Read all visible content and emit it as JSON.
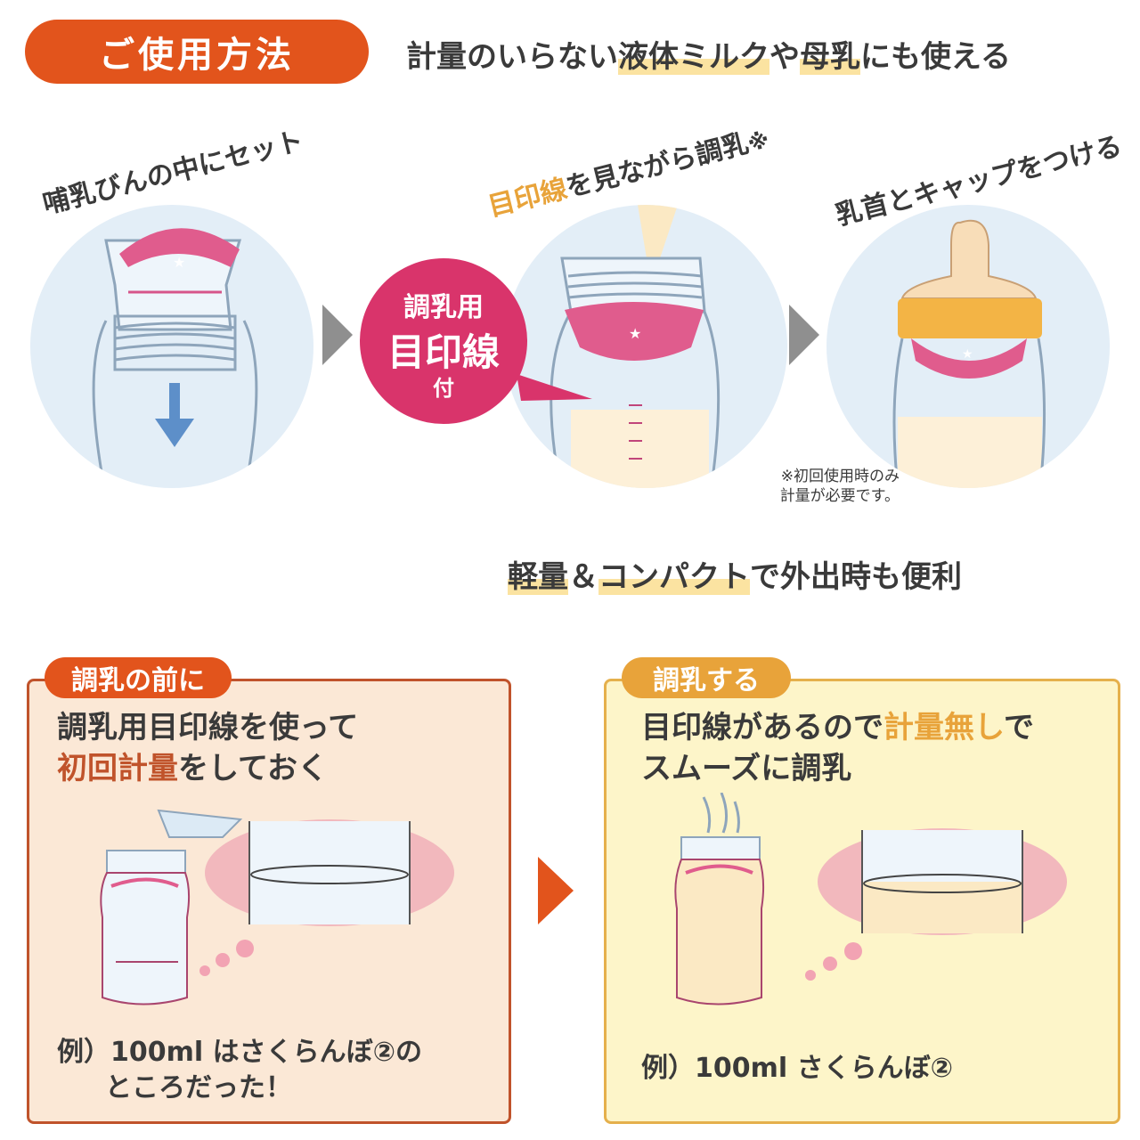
{
  "title": "ご使用方法",
  "headline1": {
    "pre": "計量のいらない",
    "hl1": "液体ミルク",
    "mid": "や",
    "hl2": "母乳",
    "post": "にも使える"
  },
  "steps": [
    {
      "label": "哺乳びんの中にセット"
    },
    {
      "label_hl": "目印線",
      "label_rest": "を見ながら調乳",
      "label_mark": "※"
    },
    {
      "label": "乳首とキャップをつける"
    }
  ],
  "badge": {
    "line1": "調乳用",
    "line2": "目印線",
    "line3": "付"
  },
  "note": {
    "line1": "※初回使用時のみ",
    "line2": "計量が必要です。"
  },
  "headline2": {
    "hl1": "軽量",
    "amp": "＆",
    "hl2": "コンパクト",
    "post": "で外出時も便利"
  },
  "card_left": {
    "tab": "調乳の前に",
    "line1": "調乳用目印線を使って",
    "line2_hl": "初回計量",
    "line2_rest": "をしておく",
    "example1": "例）100ml はさくらんぼ②の",
    "example2": "ところだった！"
  },
  "card_right": {
    "tab": "調乳する",
    "line1_pre": "目印線があるので",
    "line1_hl": "計量無し",
    "line1_post": "で",
    "line2": "スムーズに調乳",
    "example": "例）100ml さくらんぼ②"
  },
  "colors": {
    "orange": "#e2541c",
    "pink": "#d9346b",
    "yellow_hl": "#fbe3a1",
    "gold": "#e8a33a"
  }
}
